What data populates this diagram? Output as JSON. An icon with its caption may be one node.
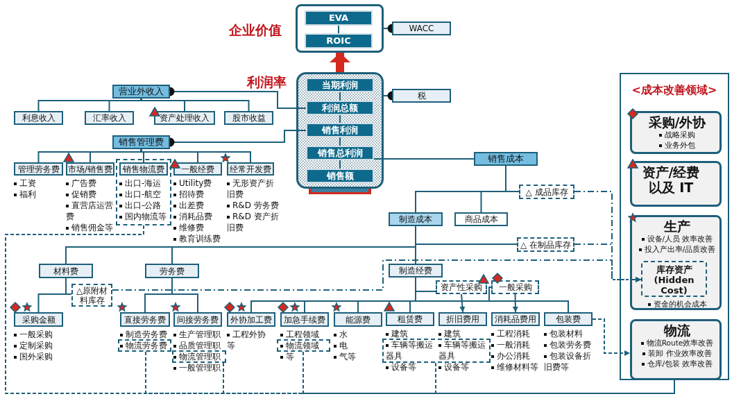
{
  "diagram": {
    "nodes": [
      {
        "text": [
          "企业价值"
        ]
      },
      {
        "text": [
          "EVA"
        ],
        "in": 0
      },
      {
        "text": [
          "ROIC"
        ],
        "in": 0
      },
      {
        "text": [
          "WACC"
        ]
      },
      {
        "text": [
          "利润率"
        ]
      },
      {
        "text": [
          "当期利润"
        ],
        "in": 4
      },
      {
        "text": [
          "利润总额"
        ],
        "in": 4
      },
      {
        "text": [
          "销售利润"
        ],
        "in": 4
      },
      {
        "text": [
          "销售总利润"
        ],
        "in": 4
      },
      {
        "text": [
          "销售额"
        ],
        "in": 4
      },
      {
        "text": [
          "税"
        ]
      },
      {
        "text": [
          "营业外收入"
        ]
      },
      {
        "text": [
          "利息收入"
        ]
      },
      {
        "text": [
          "汇率收入"
        ]
      },
      {
        "text": [
          "资产处理收入"
        ]
      },
      {
        "text": [
          "股市收益"
        ]
      },
      {
        "text": [
          "销售管理费"
        ]
      },
      {
        "text": [
          "管理劳务费"
        ],
        "beside": [
          "工资",
          "福利"
        ]
      },
      {
        "text": [
          "市场/销售费"
        ],
        "beside": [
          "广告费",
          "促销费",
          "直营店运营费",
          "销售佣金等"
        ]
      },
      {
        "text": [],
        "shape": "box"
      },
      {
        "text": [
          "销售物流费"
        ],
        "in": 19,
        "beside": [
          "出口-海运",
          "出口-航空",
          "出口-公路",
          "国内物流等"
        ]
      },
      {
        "text": [
          "一般经费"
        ],
        "beside": [
          "Utility费",
          "招待费",
          "出差费",
          "消耗品费",
          "维修费",
          "教育训练费"
        ]
      },
      {
        "text": [
          "经常开发费"
        ],
        "beside": [
          "无形资产折旧费",
          "R&D 劳务费",
          "R&D 资产折旧费"
        ]
      },
      {
        "text": [
          "销售成本"
        ]
      },
      {
        "text": [
          "△ 成品库存"
        ]
      },
      {
        "text": [
          "制造成本"
        ]
      },
      {
        "text": [
          "商品成本"
        ]
      },
      {
        "text": [
          "△ 在制品库存"
        ]
      },
      {
        "text": [
          "材料费"
        ]
      },
      {
        "text": [
          "劳务费"
        ]
      },
      {
        "text": [
          "制造经费"
        ]
      },
      {
        "text": [
          "△原附材料库存"
        ]
      },
      {
        "text": [
          "采购金额"
        ],
        "beside": [
          "一般采购",
          "定制采购",
          "国外采购"
        ]
      },
      {
        "text": [
          "直接劳务费"
        ],
        "beside": [
          "制造劳务费",
          "物流劳务费"
        ]
      },
      {
        "text": [
          "间接劳务费"
        ],
        "beside": [
          "生产管理职",
          "品质管理职",
          "物流管理职",
          "一般管理职"
        ]
      },
      {
        "text": [
          "外协加工费"
        ],
        "beside": [
          "工程外协等"
        ]
      },
      {
        "text": [
          "加急手续费"
        ],
        "beside": [
          "工程领域",
          "物流领域",
          "等"
        ]
      },
      {
        "text": [
          "能源费"
        ],
        "beside": [
          "水",
          "电",
          "气等"
        ]
      },
      {
        "text": [
          "资产性采购"
        ]
      },
      {
        "text": [
          "一般采购"
        ]
      },
      {
        "text": [
          "租赁费"
        ],
        "beside": [
          "建筑",
          "车辆等搬运器具",
          "设备等"
        ]
      },
      {
        "text": [
          "折旧费用"
        ],
        "beside": [
          "建筑",
          "车辆等搬运器具",
          "设备等"
        ]
      },
      {
        "text": [
          "消耗品费用"
        ],
        "beside": [
          "工程消耗",
          "一般消耗",
          "办公消耗",
          "维修材料等"
        ]
      },
      {
        "text": [
          "包装费"
        ],
        "beside": [
          "包装材料",
          "包装劳务费",
          "包装设备折旧费等"
        ]
      },
      {
        "text": [],
        "shape": "box"
      },
      {
        "text": [],
        "shape": "box"
      },
      {
        "text": [],
        "shape": "box"
      },
      {
        "text": [],
        "shape": "box"
      },
      {
        "text": [
          "<成本改善领域>"
        ]
      },
      {
        "text": [
          "采购/外协",
          "战略采购",
          "业务外包"
        ],
        "in": 48
      },
      {
        "text": [
          "资产/经费以及 IT"
        ],
        "in": 48
      },
      {
        "text": [
          "生产",
          "设备/人员 效率改善",
          "投入产出率/品质改善",
          "资金的机会成本"
        ],
        "in": 48
      },
      {
        "text": [
          "库存资产",
          "(Hidden Cost)"
        ],
        "in": 51
      },
      {
        "text": [
          "物流",
          "物流Route效率改善",
          "装卸 作业效率改善",
          "仓库/包装 效率改善"
        ],
        "in": 48
      }
    ],
    "edges": [
      {
        "from": 1,
        "to": 2,
        "arrow": "none"
      },
      {
        "from": 0,
        "to": 3,
        "arrow": "other"
      },
      {
        "from": 4,
        "to": 0,
        "arrow": "to",
        "style": "thick",
        "color": "#d42a1e"
      },
      {
        "from": 5,
        "to": 6,
        "arrow": "none"
      },
      {
        "from": 6,
        "to": 7,
        "arrow": "none"
      },
      {
        "from": 7,
        "to": 8,
        "arrow": "none"
      },
      {
        "from": 8,
        "to": 9,
        "arrow": "none"
      },
      {
        "from": 4,
        "to": 10,
        "arrow": "other"
      },
      {
        "from": 6,
        "to": 11,
        "arrow": "other"
      },
      {
        "from": 7,
        "to": 16,
        "arrow": "other"
      },
      {
        "from": 8,
        "to": 23,
        "arrow": "none"
      },
      {
        "from": 11,
        "to": 12,
        "arrow": "none"
      },
      {
        "from": 11,
        "to": 13,
        "arrow": "none"
      },
      {
        "from": 11,
        "to": 14,
        "arrow": "none"
      },
      {
        "from": 11,
        "to": 15,
        "arrow": "none"
      },
      {
        "from": 16,
        "to": 17,
        "arrow": "none"
      },
      {
        "from": 16,
        "to": 18,
        "arrow": "none"
      },
      {
        "from": 16,
        "to": 20,
        "arrow": "none"
      },
      {
        "from": 16,
        "to": 21,
        "arrow": "none"
      },
      {
        "from": 16,
        "to": 22,
        "arrow": "none"
      },
      {
        "from": 23,
        "to": 24,
        "arrow": "none"
      },
      {
        "from": 23,
        "to": 25,
        "arrow": "none"
      },
      {
        "from": 23,
        "to": 26,
        "arrow": "none"
      },
      {
        "from": 25,
        "to": 27,
        "arrow": "none"
      },
      {
        "from": 25,
        "to": 28,
        "arrow": "none"
      },
      {
        "from": 25,
        "to": 29,
        "arrow": "none"
      },
      {
        "from": 25,
        "to": 30,
        "arrow": "none"
      },
      {
        "from": 28,
        "to": 32,
        "arrow": "none"
      },
      {
        "from": 28,
        "to": 31,
        "arrow": "none"
      },
      {
        "from": 29,
        "to": 33,
        "arrow": "none"
      },
      {
        "from": 29,
        "to": 34,
        "arrow": "none"
      },
      {
        "from": 30,
        "to": 35,
        "arrow": "none"
      },
      {
        "from": 30,
        "to": 36,
        "arrow": "none"
      },
      {
        "from": 30,
        "to": 37,
        "arrow": "none"
      },
      {
        "from": 30,
        "to": 40,
        "arrow": "none"
      },
      {
        "from": 30,
        "to": 43,
        "arrow": "none"
      },
      {
        "from": 30,
        "to": 38,
        "arrow": "none"
      },
      {
        "from": 30,
        "to": 39,
        "arrow": "none"
      },
      {
        "from": 38,
        "to": 41,
        "arrow": "to"
      },
      {
        "from": 39,
        "to": 42,
        "arrow": "to"
      },
      {
        "from": 43,
        "to": 53,
        "arrow": "to",
        "style": "dashed"
      },
      {
        "from": 24,
        "to": 52,
        "arrow": "to",
        "style": "dashed"
      },
      {
        "from": 27,
        "to": 52,
        "arrow": "to",
        "style": "dashed"
      },
      {
        "from": 31,
        "to": 52,
        "arrow": "to",
        "style": "dashed"
      },
      {
        "from": 19,
        "to": 53,
        "arrow": "none",
        "style": "dashed"
      },
      {
        "from": 44,
        "to": 53,
        "arrow": "none",
        "style": "dashed"
      },
      {
        "from": 45,
        "to": 53,
        "arrow": "none",
        "style": "dashed"
      },
      {
        "from": 46,
        "to": 53,
        "arrow": "none",
        "style": "dashed"
      },
      {
        "from": 47,
        "to": 53,
        "arrow": "none",
        "style": "dashed"
      }
    ]
  }
}
